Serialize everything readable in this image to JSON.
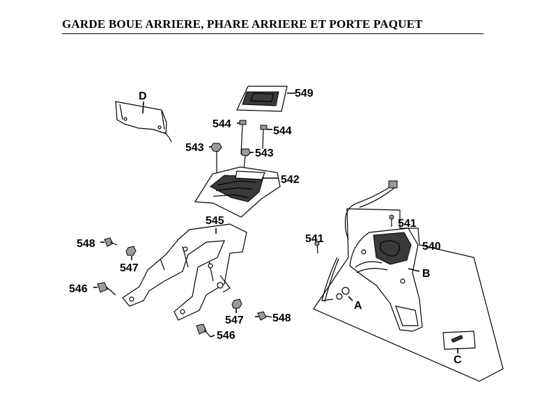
{
  "page": {
    "title": "GARDE BOUE ARRIERE, PHARE ARRIERE ET PORTE PAQUET"
  },
  "callouts": {
    "d": "D",
    "p549": "549",
    "p544a": "544",
    "p544b": "544",
    "p543a": "543",
    "p543b": "543",
    "p542": "542",
    "p545": "545",
    "p548a": "548",
    "p547a": "547",
    "p546a": "546",
    "p547b": "547",
    "p548b": "548",
    "p546b": "546",
    "p541a": "541",
    "p541b": "541",
    "p540": "540",
    "b": "B",
    "a": "A",
    "c": "C"
  }
}
